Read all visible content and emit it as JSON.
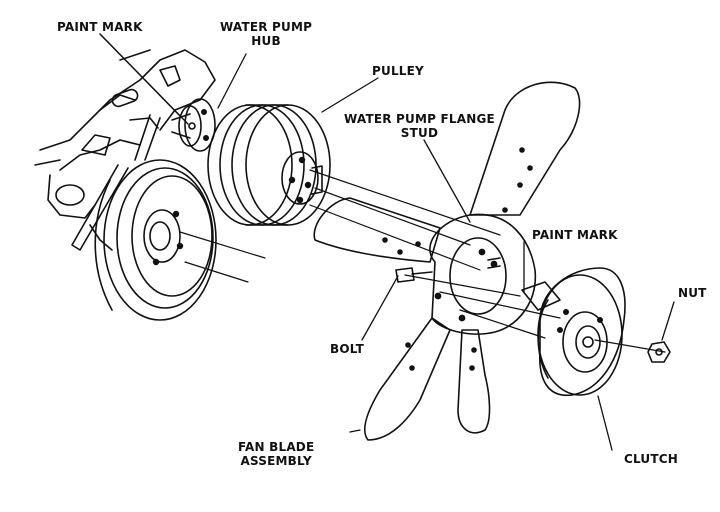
{
  "labels": {
    "paint_mark_top": "PAINT MARK",
    "water_pump_hub": [
      "WATER PUMP",
      "HUB"
    ],
    "pulley": "PULLEY",
    "water_pump_flange_stud": [
      "WATER PUMP FLANGE",
      "STUD"
    ],
    "paint_mark_right": "PAINT MARK",
    "nut": "NUT",
    "bolt": "BOLT",
    "fan_blade_assembly": [
      "FAN BLADE",
      "ASSEMBLY"
    ],
    "clutch": "CLUTCH"
  },
  "colors": {
    "ink": "#111111",
    "paper": "#ffffff"
  }
}
